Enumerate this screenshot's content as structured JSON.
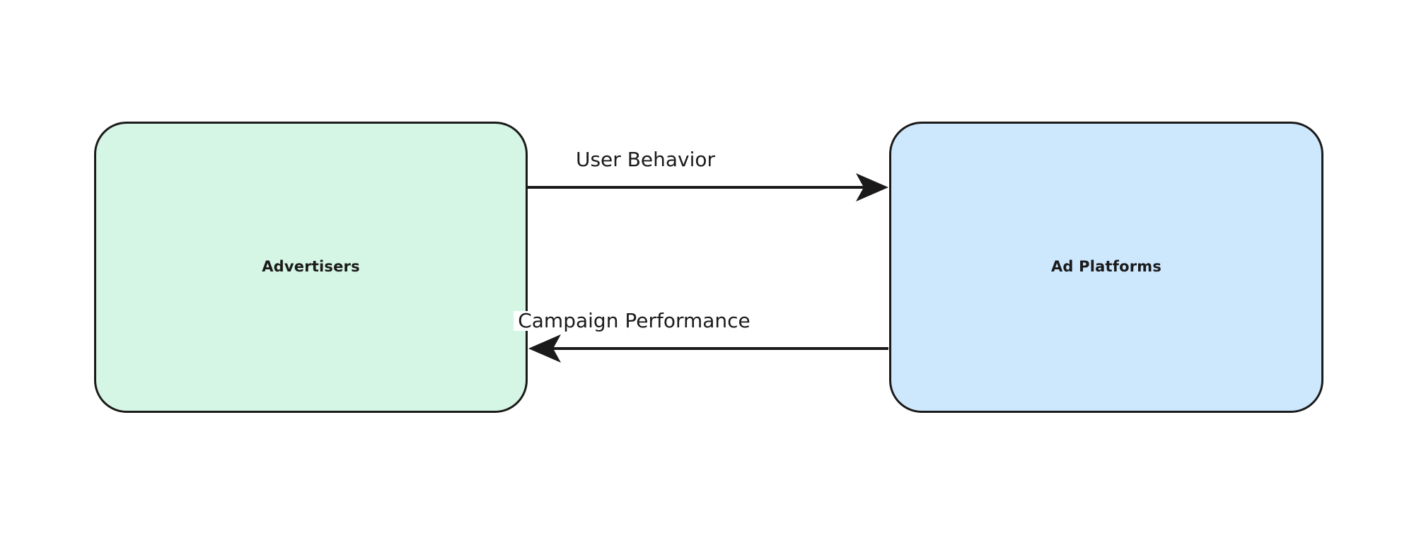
{
  "diagram": {
    "type": "flow-diagram",
    "orientation": "left-right",
    "background_color": "#ffffff",
    "nodes": [
      {
        "id": "advertisers",
        "label": "Advertisers",
        "fill_color": "#d5f5e5",
        "border_color": "#1a1a1a",
        "text_color": "#1b1b1b",
        "shape": "rounded-rectangle"
      },
      {
        "id": "ad-platforms",
        "label": "Ad Platforms",
        "fill_color": "#cde7fd",
        "border_color": "#1a1a1a",
        "text_color": "#1b1b1b",
        "shape": "rounded-rectangle"
      }
    ],
    "edges": [
      {
        "id": "advertisers-to-ad-platforms",
        "label": "User Behavior",
        "from": "advertisers",
        "to": "ad-platforms",
        "direction": "right",
        "line_color": "#1a1a1a",
        "arrowhead": "filled-barbed"
      },
      {
        "id": "ad-platforms-to-advertisers",
        "label": "Campaign Performance",
        "from": "ad-platforms",
        "to": "advertisers",
        "direction": "left",
        "line_color": "#1a1a1a",
        "arrowhead": "filled-barbed"
      }
    ]
  }
}
